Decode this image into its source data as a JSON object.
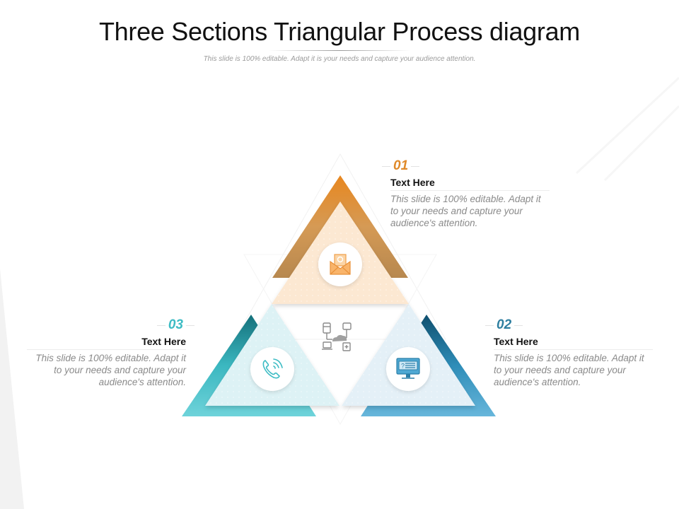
{
  "header": {
    "title": "Three Sections Triangular Process diagram",
    "subtitle": "This slide is 100% editable. Adapt it is your needs and capture your audience attention."
  },
  "colors": {
    "orange": "#E08A2A",
    "orange_light": "#FCE8D2",
    "teal": "#3DBCC4",
    "teal_light": "#DDF2F5",
    "blue": "#2F8DB5",
    "blue_light": "#E4F0F7",
    "title_text": "#111111",
    "body_text": "#8A8A8A"
  },
  "center": {
    "icon": "cloud-network-icon"
  },
  "steps": [
    {
      "number": "01",
      "title": "Text Here",
      "description": "This slide is 100% editable. Adapt it to your needs and capture your audience's attention.",
      "icon": "email-envelope-icon",
      "color": "#E08A2A"
    },
    {
      "number": "02",
      "title": "Text Here",
      "description": "This slide is 100% editable. Adapt it to your needs and capture your audience's attention.",
      "icon": "computer-monitor-icon",
      "color": "#2F7FA0"
    },
    {
      "number": "03",
      "title": "Text Here",
      "description": "This slide is 100% editable. Adapt it to your needs and capture your audience's attention.",
      "icon": "phone-call-icon",
      "color": "#3DBCC4"
    }
  ]
}
